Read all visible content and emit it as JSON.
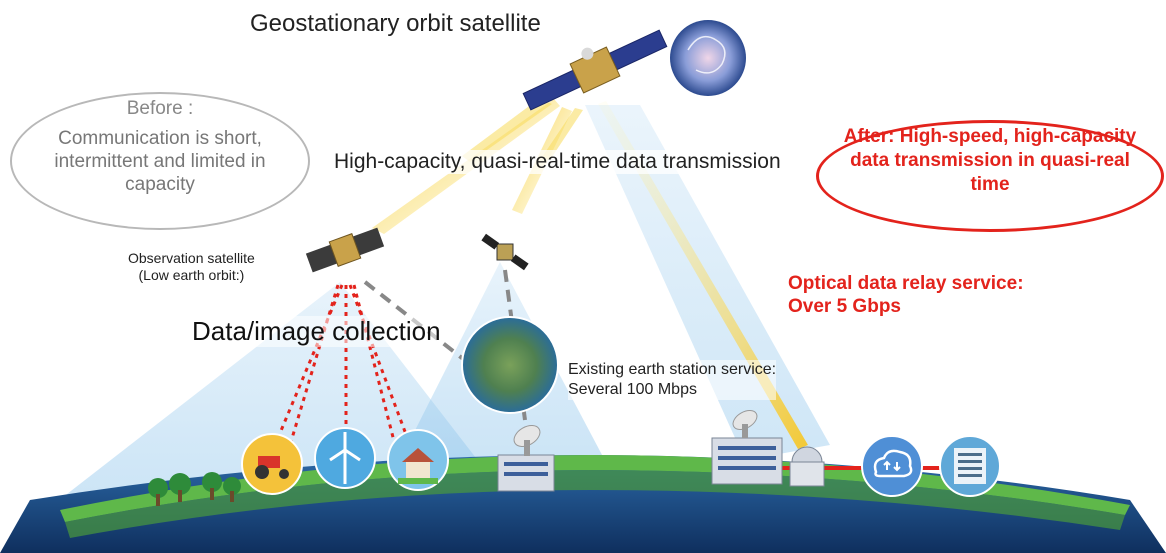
{
  "geo_satellite": {
    "label": "Geostationary orbit satellite"
  },
  "transmission": {
    "label": "High-capacity, quasi-real-time data transmission"
  },
  "before": {
    "title": "Before :",
    "body": "Communication is short, intermittent and limited in capacity"
  },
  "after": {
    "body": "After: High-speed, high-capacity data transmission in quasi-real time"
  },
  "observation": {
    "line1": "Observation satellite",
    "line2": "(Low earth orbit:)"
  },
  "collection": {
    "label": "Data/image collection"
  },
  "optical": {
    "line1": "Optical data relay service:",
    "line2": "Over 5 Gbps"
  },
  "existing": {
    "line1": "Existing earth station service:",
    "line2": "Several 100 Mbps"
  },
  "colors": {
    "accent_red": "#e3231c",
    "beam_blue": "#8fc6ec",
    "laser_yellow": "#f5d13a",
    "earth_green": "#5fb84a",
    "ocean_blue": "#1f4f8a"
  },
  "icons": [
    "ai-brain-icon",
    "tractor-icon",
    "wind-turbine-icon",
    "house-icon",
    "satellite-dish-icon",
    "cloud-upload-icon",
    "office-building-icon",
    "tree-icon"
  ]
}
